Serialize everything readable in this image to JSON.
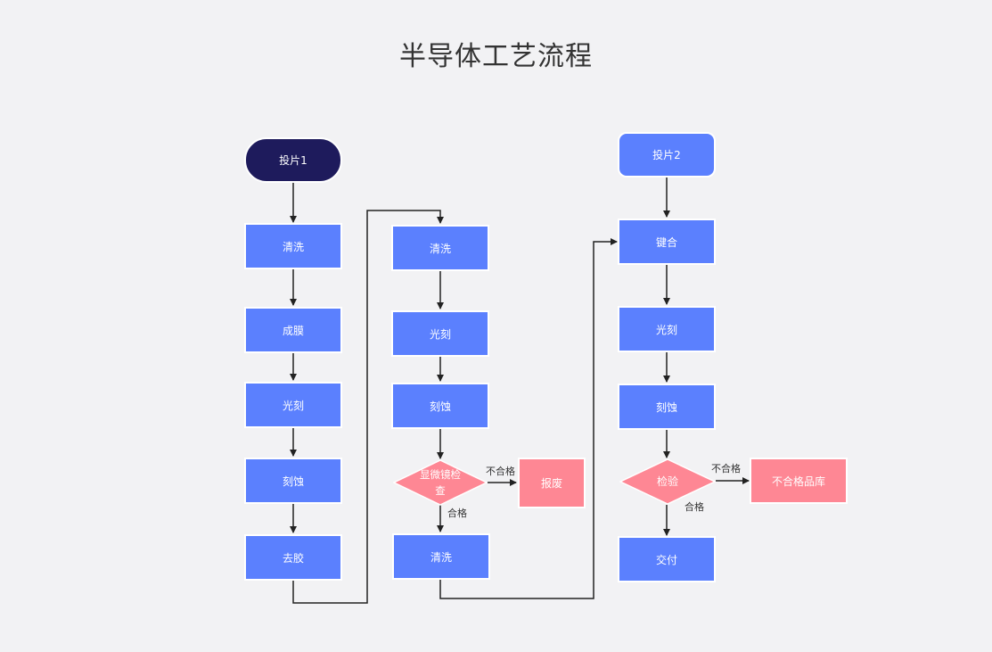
{
  "title": "半导体工艺流程",
  "colors": {
    "process_fill": "#5b80fe",
    "start_fill": "#1e1b5c",
    "reject_fill": "#fe8794",
    "line": "#222222",
    "background": "#f2f2f4"
  },
  "nodes": {
    "start1": "投片1",
    "c1_clean": "清洗",
    "c1_film": "成膜",
    "c1_litho": "光刻",
    "c1_etch": "刻蚀",
    "c1_strip": "去胶",
    "c2_clean": "清洗",
    "c2_litho": "光刻",
    "c2_etch": "刻蚀",
    "c2_inspect": "显微镜检查",
    "c2_scrap": "报废",
    "c2_clean2": "清洗",
    "start2": "投片2",
    "c3_bond": "键合",
    "c3_litho": "光刻",
    "c3_etch": "刻蚀",
    "c3_inspect": "检验",
    "c3_reject_store": "不合格品库",
    "c3_deliver": "交付"
  },
  "edge_labels": {
    "inspect_fail": "不合格",
    "inspect_pass": "合格",
    "check_fail": "不合格",
    "check_pass": "合格"
  }
}
